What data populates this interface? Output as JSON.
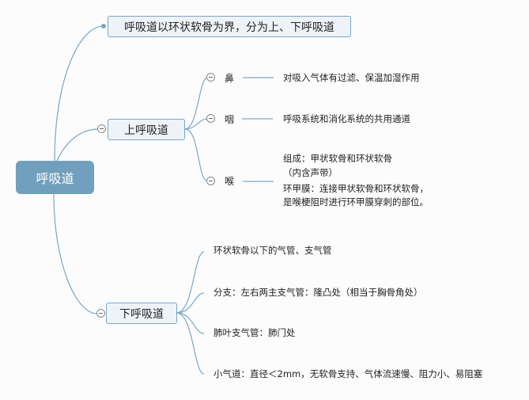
{
  "root": "呼吸道",
  "summary": "呼吸道以环状软骨为界，分为上、下呼吸道",
  "upper": {
    "label": "上呼吸道",
    "children": [
      {
        "label": "鼻",
        "note": [
          "对吸入气体有过滤、保温加湿作用"
        ]
      },
      {
        "label": "咽",
        "note": [
          "呼吸系统和消化系统的共用通道"
        ]
      },
      {
        "label": "喉",
        "note": [
          "组成：甲状软骨和环状软骨",
          "（内含声带）",
          "环甲膜：连接甲状软骨和环状软骨，",
          "是喉梗阻时进行环甲膜穿刺的部位。"
        ]
      }
    ]
  },
  "lower": {
    "label": "下呼吸道",
    "children": [
      "环状软骨以下的气管、支气管",
      "分支：左右两主支气管：隆凸处（相当于胸骨角处）",
      "肺叶支气管：肺门处",
      "小气道：直径＜2mm，无软骨支持、气体流速慢、阻力小、易阻塞"
    ]
  },
  "colors": {
    "line": "#7ba6c6",
    "root": "#71a0bf"
  }
}
